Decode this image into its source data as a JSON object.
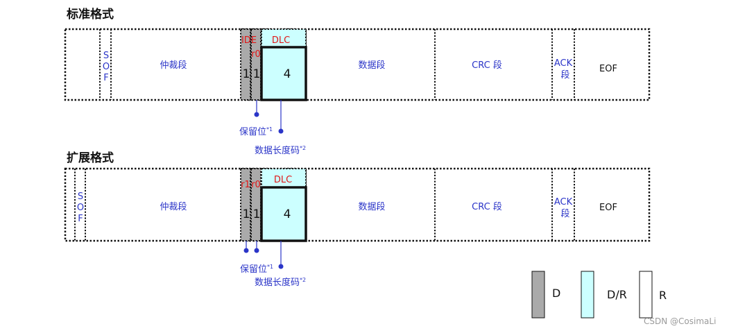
{
  "standard": {
    "title": "标准格式",
    "sof": [
      "S",
      "O",
      "F"
    ],
    "arbitration": "仲裁段",
    "bit1_label": "IDE",
    "bit2_label": "r0",
    "dlc_label": "DLC",
    "bit1_value": "1",
    "bit2_value": "1",
    "dlc_value": "4",
    "data": "数据段",
    "crc": "CRC 段",
    "ack": [
      "ACK",
      "段"
    ],
    "eof": "EOF",
    "reserved_note": "保留位",
    "reserved_sup": "*1",
    "dlc_note": "数据长度码",
    "dlc_sup": "*2"
  },
  "extended": {
    "title": "扩展格式",
    "sof": [
      "S",
      "O",
      "F"
    ],
    "arbitration": "仲裁段",
    "bit1_label": "r1",
    "bit2_label": "r0",
    "dlc_label": "DLC",
    "bit1_value": "1",
    "bit2_value": "1",
    "dlc_value": "4",
    "data": "数据段",
    "crc": "CRC 段",
    "ack": [
      "ACK",
      "段"
    ],
    "eof": "EOF",
    "reserved_note": "保留位",
    "reserved_sup": "*1",
    "dlc_note": "数据长度码",
    "dlc_sup": "*2"
  },
  "legend": {
    "d": "D",
    "dr": "D/R",
    "r": "R",
    "colors": {
      "d": "#aaaaaa",
      "dr": "#ccffff",
      "r": "#ffffff"
    }
  },
  "watermark": "CSDN @CosimaLi"
}
